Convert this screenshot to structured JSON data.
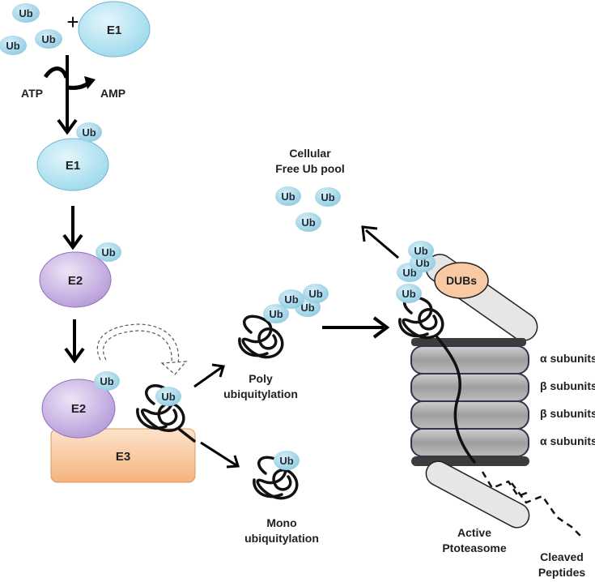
{
  "ub": "Ub",
  "plus": "+",
  "atp": "ATP",
  "amp": "AMP",
  "e1": "E1",
  "e2": "E2",
  "e3": "E3",
  "dubs": "DUBs",
  "free_pool": {
    "line1": "Cellular",
    "line2": "Free Ub pool"
  },
  "poly": {
    "line1": "Poly",
    "line2": "ubiquitylation"
  },
  "mono": {
    "line1": "Mono",
    "line2": "ubiquitylation"
  },
  "proteasome": {
    "line1": "Active",
    "line2": "Ptoteasome"
  },
  "cleaved": {
    "line1": "Cleaved",
    "line2": "Peptides"
  },
  "subunits": [
    "α subunits",
    "β subunits",
    "β subunits",
    "α subunits"
  ],
  "colors": {
    "ub_fill": "#a9d8e8",
    "e1_fill": "#b7e6f4",
    "e2_fill": "#c9b6e4",
    "e3_fill": "#f8c79c",
    "dubs_fill": "#f8c9a3",
    "subunit_fill": "#a9a9a9",
    "cap_fill": "#e3e3e3"
  }
}
